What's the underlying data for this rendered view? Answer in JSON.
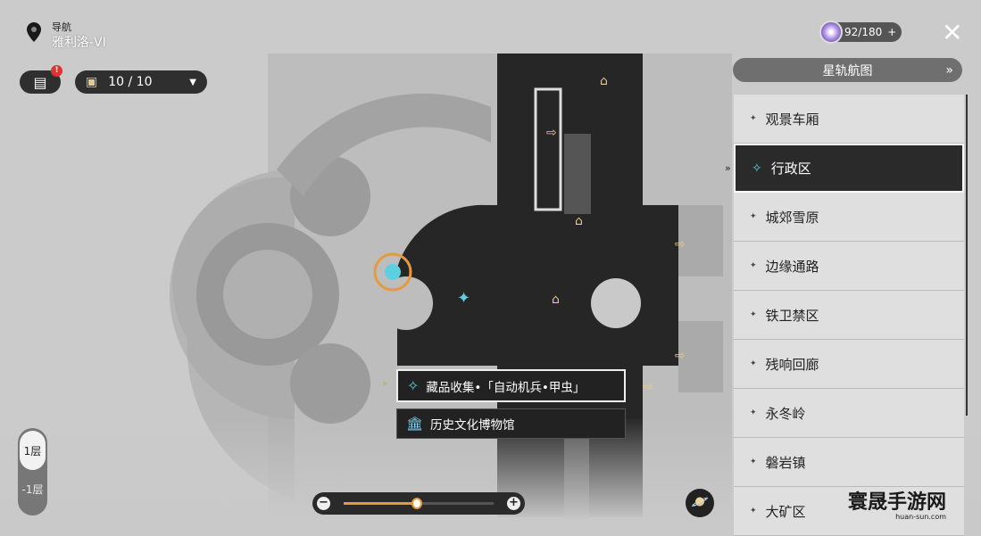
{
  "nav": {
    "title": "导航",
    "location": "雅利洛-VI"
  },
  "quest": {
    "badge": "!"
  },
  "chest": {
    "count": "10 / 10"
  },
  "power": {
    "value": "92/180",
    "plus": "+"
  },
  "close": "✕",
  "starmap": {
    "label": "星轨航图",
    "chevron": "»"
  },
  "areas": [
    {
      "label": "观景车厢",
      "selected": false
    },
    {
      "label": "行政区",
      "selected": true
    },
    {
      "label": "城郊雪原",
      "selected": false
    },
    {
      "label": "边缘通路",
      "selected": false
    },
    {
      "label": "铁卫禁区",
      "selected": false
    },
    {
      "label": "残响回廊",
      "selected": false
    },
    {
      "label": "永冬岭",
      "selected": false
    },
    {
      "label": "磐岩镇",
      "selected": false
    },
    {
      "label": "大矿区",
      "selected": false
    }
  ],
  "popups": [
    {
      "label": "藏品收集•「自动机兵•甲虫」"
    },
    {
      "label": "历史文化博物馆"
    }
  ],
  "floors": {
    "f1": "1层",
    "f2": "-1层"
  },
  "zoom": {
    "minus": "−",
    "plus": "+",
    "level": 0.49
  },
  "watermark": {
    "name": "寰晟手游网",
    "url": "huan-sun.com"
  },
  "colors": {
    "accent": "#e79a3c",
    "selected": "#5cd0e0"
  }
}
